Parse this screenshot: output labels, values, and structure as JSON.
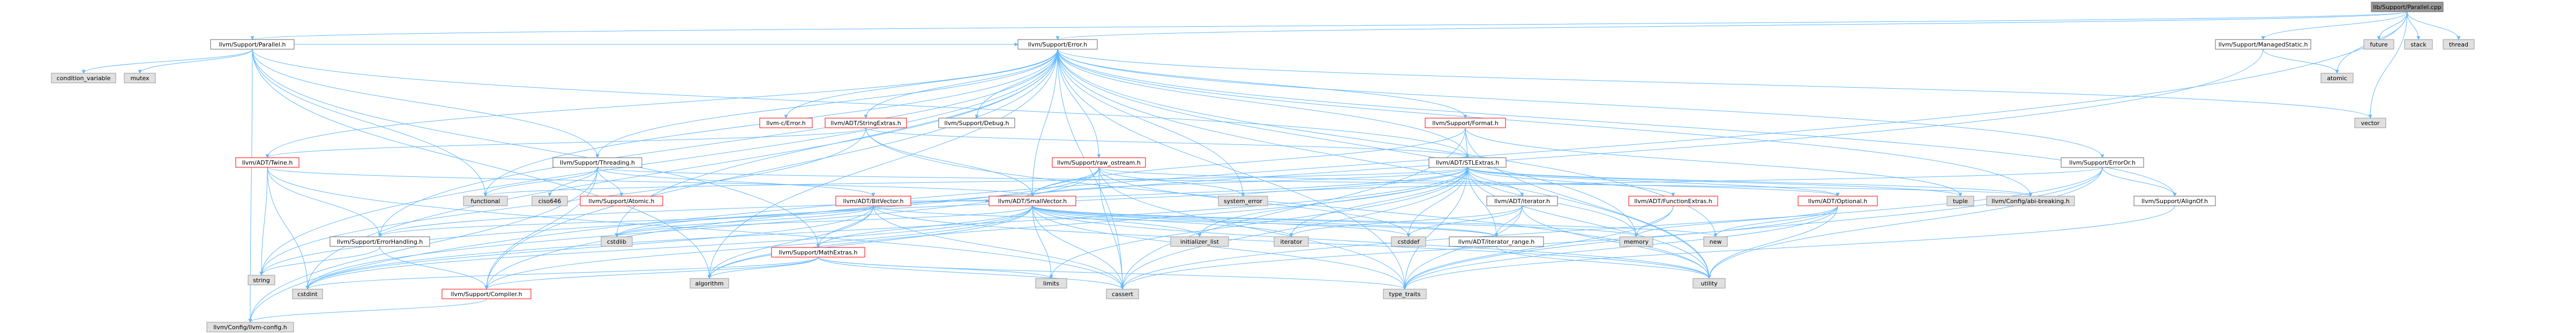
{
  "colors": {
    "root_fill": "#999999",
    "project_fill": "#ffffff",
    "project_stroke": "#666666",
    "missing_fill": "#ffffff",
    "missing_stroke": "#ff0000",
    "external_fill": "#e0e0e0",
    "external_stroke": "#999999",
    "edge": "#63b8ff",
    "text": "#000000"
  },
  "nodes": [
    {
      "id": "root",
      "label": "lib/Support/Parallel.cpp",
      "kind": "root"
    },
    {
      "id": "parallel_h",
      "label": "llvm/Support/Parallel.h",
      "kind": "project"
    },
    {
      "id": "managedstatic",
      "label": "llvm/Support/ManagedStatic.h",
      "kind": "project"
    },
    {
      "id": "atomic",
      "label": "atomic",
      "kind": "external"
    },
    {
      "id": "future",
      "label": "future",
      "kind": "external"
    },
    {
      "id": "stack",
      "label": "stack",
      "kind": "external"
    },
    {
      "id": "thread",
      "label": "thread",
      "kind": "external"
    },
    {
      "id": "condition_variable",
      "label": "condition_variable",
      "kind": "external"
    },
    {
      "id": "mutex",
      "label": "mutex",
      "kind": "external"
    },
    {
      "id": "error_h",
      "label": "llvm/Support/Error.h",
      "kind": "project"
    },
    {
      "id": "vector",
      "label": "vector",
      "kind": "external"
    },
    {
      "id": "c_error",
      "label": "llvm-c/Error.h",
      "kind": "missing"
    },
    {
      "id": "stringextras",
      "label": "llvm/ADT/StringExtras.h",
      "kind": "missing"
    },
    {
      "id": "debug_h",
      "label": "llvm/Support/Debug.h",
      "kind": "project"
    },
    {
      "id": "format_h",
      "label": "llvm/Support/Format.h",
      "kind": "missing"
    },
    {
      "id": "twine_h",
      "label": "llvm/ADT/Twine.h",
      "kind": "missing"
    },
    {
      "id": "threading_h",
      "label": "llvm/Support/Threading.h",
      "kind": "project"
    },
    {
      "id": "raw_ostream",
      "label": "llvm/Support/raw_ostream.h",
      "kind": "missing"
    },
    {
      "id": "stlextras",
      "label": "llvm/ADT/STLExtras.h",
      "kind": "project"
    },
    {
      "id": "erroror",
      "label": "llvm/Support/ErrorOr.h",
      "kind": "project"
    },
    {
      "id": "functional",
      "label": "functional",
      "kind": "external"
    },
    {
      "id": "ciso646",
      "label": "ciso646",
      "kind": "external"
    },
    {
      "id": "atomic_h",
      "label": "llvm/Support/Atomic.h",
      "kind": "missing"
    },
    {
      "id": "bitvector",
      "label": "llvm/ADT/BitVector.h",
      "kind": "missing"
    },
    {
      "id": "smallvector",
      "label": "llvm/ADT/SmallVector.h",
      "kind": "missing"
    },
    {
      "id": "system_error",
      "label": "system_error",
      "kind": "external"
    },
    {
      "id": "iterator_h",
      "label": "llvm/ADT/iterator.h",
      "kind": "project"
    },
    {
      "id": "functionextras",
      "label": "llvm/ADT/FunctionExtras.h",
      "kind": "missing"
    },
    {
      "id": "optional_h",
      "label": "llvm/ADT/Optional.h",
      "kind": "missing"
    },
    {
      "id": "tuple",
      "label": "tuple",
      "kind": "external"
    },
    {
      "id": "abibreaking",
      "label": "llvm/Config/abi-breaking.h",
      "kind": "external"
    },
    {
      "id": "alignof",
      "label": "llvm/Support/AlignOf.h",
      "kind": "project"
    },
    {
      "id": "errorhandling",
      "label": "llvm/Support/ErrorHandling.h",
      "kind": "project"
    },
    {
      "id": "cstdlib",
      "label": "cstdlib",
      "kind": "external"
    },
    {
      "id": "mathextras",
      "label": "llvm/Support/MathExtras.h",
      "kind": "missing"
    },
    {
      "id": "initializer_list",
      "label": "initializer_list",
      "kind": "external"
    },
    {
      "id": "iterator",
      "label": "iterator",
      "kind": "external"
    },
    {
      "id": "cstddef",
      "label": "cstddef",
      "kind": "external"
    },
    {
      "id": "iterator_range",
      "label": "llvm/ADT/iterator_range.h",
      "kind": "project"
    },
    {
      "id": "memory",
      "label": "memory",
      "kind": "external"
    },
    {
      "id": "new",
      "label": "new",
      "kind": "external"
    },
    {
      "id": "string",
      "label": "string",
      "kind": "external"
    },
    {
      "id": "cstdint",
      "label": "cstdint",
      "kind": "external"
    },
    {
      "id": "compiler_h",
      "label": "llvm/Support/Compiler.h",
      "kind": "missing"
    },
    {
      "id": "algorithm",
      "label": "algorithm",
      "kind": "external"
    },
    {
      "id": "limits",
      "label": "limits",
      "kind": "external"
    },
    {
      "id": "cassert",
      "label": "cassert",
      "kind": "external"
    },
    {
      "id": "type_traits",
      "label": "type_traits",
      "kind": "external"
    },
    {
      "id": "utility",
      "label": "utility",
      "kind": "external"
    },
    {
      "id": "llvm_config",
      "label": "llvm/Config/llvm-config.h",
      "kind": "external"
    }
  ],
  "edges": [
    [
      "root",
      "parallel_h"
    ],
    [
      "root",
      "managedstatic"
    ],
    [
      "root",
      "atomic"
    ],
    [
      "root",
      "future"
    ],
    [
      "root",
      "stack"
    ],
    [
      "root",
      "thread"
    ],
    [
      "root",
      "vector"
    ],
    [
      "root",
      "error_h"
    ],
    [
      "root",
      "llvm_config"
    ],
    [
      "parallel_h",
      "condition_variable"
    ],
    [
      "parallel_h",
      "mutex"
    ],
    [
      "parallel_h",
      "error_h"
    ],
    [
      "parallel_h",
      "threading_h"
    ],
    [
      "parallel_h",
      "functional"
    ],
    [
      "parallel_h",
      "mathextras"
    ],
    [
      "parallel_h",
      "algorithm"
    ],
    [
      "parallel_h",
      "llvm_config"
    ],
    [
      "parallel_h",
      "stlextras"
    ],
    [
      "managedstatic",
      "atomic"
    ],
    [
      "managedstatic",
      "compiler_h"
    ],
    [
      "error_h",
      "vector"
    ],
    [
      "error_h",
      "c_error"
    ],
    [
      "error_h",
      "stringextras"
    ],
    [
      "error_h",
      "debug_h"
    ],
    [
      "error_h",
      "format_h"
    ],
    [
      "error_h",
      "twine_h"
    ],
    [
      "error_h",
      "raw_ostream"
    ],
    [
      "error_h",
      "stlextras"
    ],
    [
      "error_h",
      "erroror"
    ],
    [
      "error_h",
      "abibreaking"
    ],
    [
      "error_h",
      "alignof"
    ],
    [
      "error_h",
      "errorhandling"
    ],
    [
      "error_h",
      "smallvector"
    ],
    [
      "error_h",
      "compiler_h"
    ],
    [
      "error_h",
      "functional"
    ],
    [
      "error_h",
      "system_error"
    ],
    [
      "error_h",
      "cstdlib"
    ],
    [
      "error_h",
      "cstdint"
    ],
    [
      "error_h",
      "string"
    ],
    [
      "error_h",
      "memory"
    ],
    [
      "error_h",
      "new"
    ],
    [
      "error_h",
      "cassert"
    ],
    [
      "error_h",
      "type_traits"
    ],
    [
      "error_h",
      "utility"
    ],
    [
      "error_h",
      "algorithm"
    ],
    [
      "error_h",
      "threading_h"
    ],
    [
      "stringextras",
      "twine_h"
    ],
    [
      "stringextras",
      "stlextras"
    ],
    [
      "stringextras",
      "smallvector"
    ],
    [
      "stringextras",
      "string"
    ],
    [
      "stringextras",
      "utility"
    ],
    [
      "format_h",
      "stlextras"
    ],
    [
      "format_h",
      "smallvector"
    ],
    [
      "format_h",
      "cassert"
    ],
    [
      "format_h",
      "tuple"
    ],
    [
      "format_h",
      "utility"
    ],
    [
      "twine_h",
      "smallvector"
    ],
    [
      "twine_h",
      "errorhandling"
    ],
    [
      "twine_h",
      "cassert"
    ],
    [
      "twine_h",
      "cstdint"
    ],
    [
      "twine_h",
      "string"
    ],
    [
      "threading_h",
      "ciso646"
    ],
    [
      "threading_h",
      "atomic_h"
    ],
    [
      "threading_h",
      "bitvector"
    ],
    [
      "threading_h",
      "functional"
    ],
    [
      "threading_h",
      "compiler_h"
    ],
    [
      "threading_h",
      "abibreaking"
    ],
    [
      "threading_h",
      "llvm_config"
    ],
    [
      "raw_ostream",
      "smallvector"
    ],
    [
      "raw_ostream",
      "system_error"
    ],
    [
      "raw_ostream",
      "cassert"
    ],
    [
      "raw_ostream",
      "cstddef"
    ],
    [
      "raw_ostream",
      "cstdint"
    ],
    [
      "raw_ostream",
      "string"
    ],
    [
      "raw_ostream",
      "type_traits"
    ],
    [
      "raw_ostream",
      "optional_h"
    ],
    [
      "stlextras",
      "iterator_h"
    ],
    [
      "stlextras",
      "iterator_range"
    ],
    [
      "stlextras",
      "functionextras"
    ],
    [
      "stlextras",
      "optional_h"
    ],
    [
      "stlextras",
      "smallvector"
    ],
    [
      "stlextras",
      "errorhandling"
    ],
    [
      "stlextras",
      "abibreaking"
    ],
    [
      "stlextras",
      "tuple"
    ],
    [
      "stlextras",
      "functional"
    ],
    [
      "stlextras",
      "cstdlib"
    ],
    [
      "stlextras",
      "cassert"
    ],
    [
      "stlextras",
      "cstddef"
    ],
    [
      "stlextras",
      "iterator"
    ],
    [
      "stlextras",
      "limits"
    ],
    [
      "stlextras",
      "memory"
    ],
    [
      "stlextras",
      "type_traits"
    ],
    [
      "stlextras",
      "utility"
    ],
    [
      "stlextras",
      "initializer_list"
    ],
    [
      "stlextras",
      "algorithm"
    ],
    [
      "stlextras",
      "cstdint"
    ],
    [
      "erroror",
      "alignof"
    ],
    [
      "erroror",
      "system_error"
    ],
    [
      "erroror",
      "cassert"
    ],
    [
      "erroror",
      "type_traits"
    ],
    [
      "erroror",
      "utility"
    ],
    [
      "bitvector",
      "smallvector"
    ],
    [
      "bitvector",
      "mathextras"
    ],
    [
      "bitvector",
      "iterator_range"
    ],
    [
      "bitvector",
      "errorhandling"
    ],
    [
      "bitvector",
      "algorithm"
    ],
    [
      "bitvector",
      "cassert"
    ],
    [
      "bitvector",
      "climits_placeholder"
    ],
    [
      "bitvector",
      "cstdint"
    ],
    [
      "bitvector",
      "cstdlib"
    ],
    [
      "bitvector",
      "utility"
    ],
    [
      "smallvector",
      "compiler_h"
    ],
    [
      "smallvector",
      "mathextras"
    ],
    [
      "smallvector",
      "type_traits"
    ],
    [
      "smallvector",
      "cassert"
    ],
    [
      "smallvector",
      "cstddef"
    ],
    [
      "smallvector",
      "cstdlib"
    ],
    [
      "smallvector",
      "cstdint"
    ],
    [
      "smallvector",
      "initializer_list"
    ],
    [
      "smallvector",
      "iterator"
    ],
    [
      "smallvector",
      "limits"
    ],
    [
      "smallvector",
      "memory"
    ],
    [
      "smallvector",
      "new"
    ],
    [
      "smallvector",
      "utility"
    ],
    [
      "smallvector",
      "algorithm"
    ],
    [
      "smallvector",
      "iterator_range"
    ],
    [
      "iterator_h",
      "iterator_range"
    ],
    [
      "iterator_h",
      "cstddef"
    ],
    [
      "iterator_h",
      "iterator"
    ],
    [
      "iterator_h",
      "type_traits"
    ],
    [
      "iterator_h",
      "utility"
    ],
    [
      "iterator_range",
      "utility"
    ],
    [
      "functionextras",
      "memory"
    ],
    [
      "functionextras",
      "type_traits"
    ],
    [
      "optional_h",
      "new"
    ],
    [
      "optional_h",
      "type_traits"
    ],
    [
      "optional_h",
      "utility"
    ],
    [
      "optional_h",
      "cassert"
    ],
    [
      "optional_h",
      "memory"
    ],
    [
      "alignof",
      "type_traits"
    ],
    [
      "errorhandling",
      "compiler_h"
    ],
    [
      "errorhandling",
      "string"
    ],
    [
      "mathextras",
      "compiler_h"
    ],
    [
      "mathextras",
      "algorithm"
    ],
    [
      "mathextras",
      "cassert"
    ],
    [
      "mathextras",
      "cstdint"
    ],
    [
      "mathextras",
      "limits"
    ],
    [
      "mathextras",
      "type_traits"
    ],
    [
      "compiler_h",
      "llvm_config"
    ]
  ]
}
